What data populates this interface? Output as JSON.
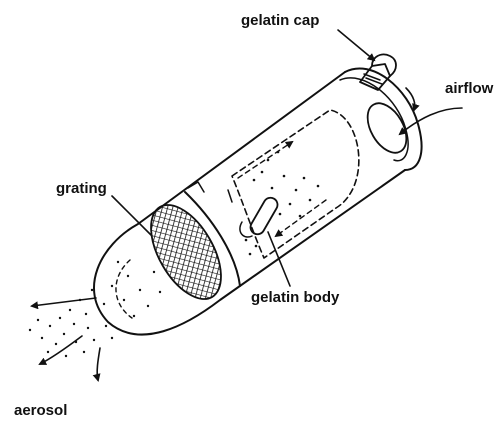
{
  "labels": {
    "gelatin_cap": "gelatin cap",
    "airflow": "airflow",
    "grating": "grating",
    "gelatin_body": "gelatin body",
    "aerosol": "aerosol"
  },
  "colors": {
    "ink": "#111111",
    "background": "#ffffff"
  }
}
